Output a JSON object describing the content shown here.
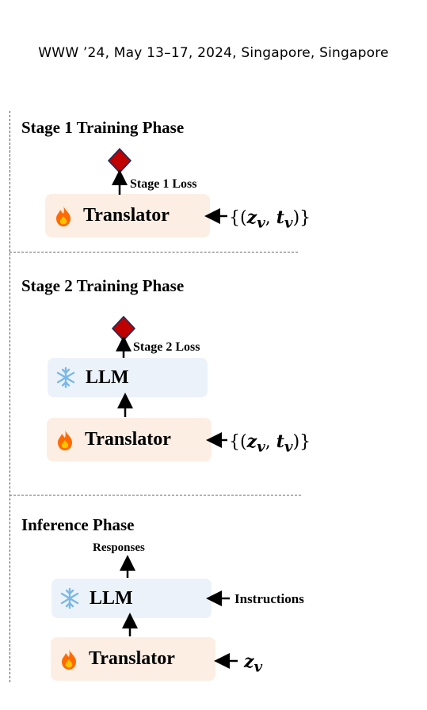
{
  "header": {
    "text": "WWW ’24, May 13–17, 2024, Singapore, Singapore"
  },
  "stage1": {
    "title": "Stage 1 Training Phase",
    "loss_label": "Stage 1 Loss",
    "translator_label": "Translator",
    "input_label": "{(z_v, t_v)}"
  },
  "stage2": {
    "title": "Stage 2 Training Phase",
    "loss_label": "Stage 2 Loss",
    "llm_label": "LLM",
    "translator_label": "Translator",
    "input_label": "{(z_v, t_v)}"
  },
  "inference": {
    "title": "Inference Phase",
    "output_label": "Responses",
    "llm_label": "LLM",
    "llm_input_label": "Instructions",
    "translator_label": "Translator",
    "input_label": "z_v"
  },
  "colors": {
    "translator_bg": "#fdeee4",
    "llm_bg": "#ecf2fa",
    "loss_diamond": "#c00000",
    "loss_outline": "#1f2a55",
    "fire": "#ff6a00",
    "snowflake": "#7ab8e6"
  },
  "icons": {
    "trainable": "fire-icon",
    "frozen": "snowflake-icon",
    "loss": "diamond-icon"
  }
}
